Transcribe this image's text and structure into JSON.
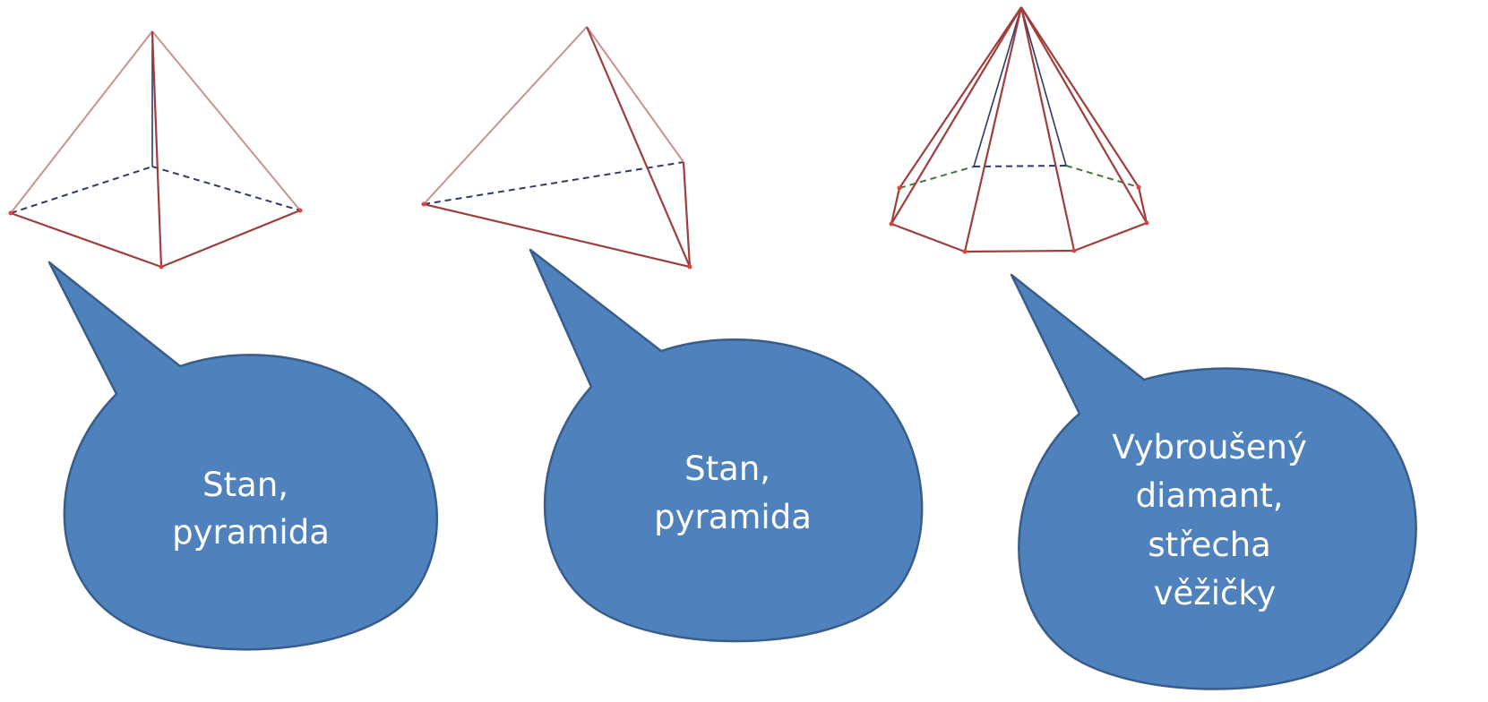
{
  "colors": {
    "edge_visible": "#9e3f3c",
    "edge_visible_light": "#c9928f",
    "edge_hidden": "#2e3a6b",
    "edge_hidden_green": "#3f7a3f",
    "vertex": "#d9453d",
    "bubble_fill": "#4f81bd",
    "bubble_stroke": "#385d8a",
    "bubble_text": "#ffffff"
  },
  "figures": [
    {
      "name": "square-pyramid",
      "icon": "square-pyramid-wireframe"
    },
    {
      "name": "triangular-pyramid",
      "icon": "triangular-pyramid-wireframe"
    },
    {
      "name": "octagonal-pyramid",
      "icon": "octagonal-pyramid-wireframe"
    }
  ],
  "callouts": [
    {
      "lines": [
        "Stan,",
        "pyramida"
      ]
    },
    {
      "lines": [
        "Stan,",
        "pyramida"
      ]
    },
    {
      "lines": [
        "Vybroušený",
        "diamant,",
        "střecha",
        "věžičky"
      ]
    }
  ]
}
